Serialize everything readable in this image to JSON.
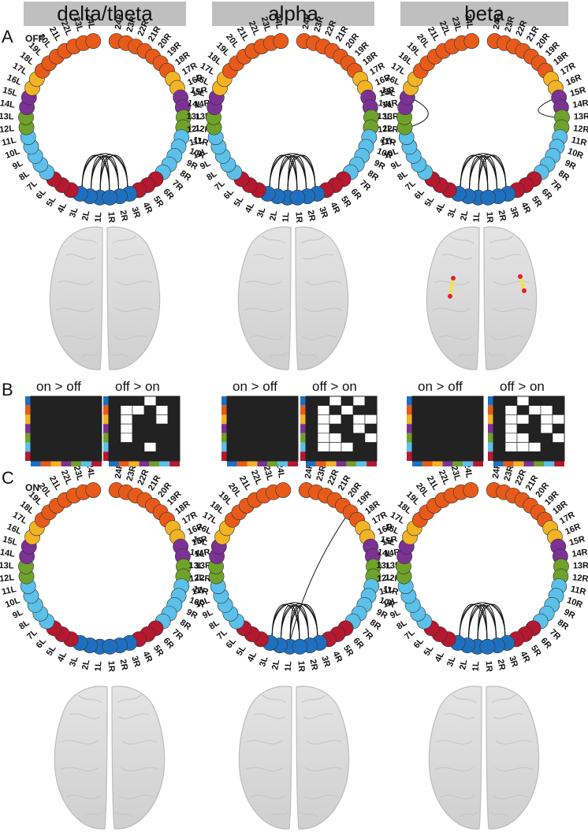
{
  "headers": [
    "delta/theta",
    "alpha",
    "beta"
  ],
  "panels": {
    "A": "A",
    "B": "B",
    "C": "C"
  },
  "conditions": {
    "off": "OFF",
    "on": "ON"
  },
  "matrix_titles": {
    "on_gt_off": "on > off",
    "off_gt_on": "off > on"
  },
  "colors": {
    "dark_blue": "#1f6fbf",
    "red": "#b5182f",
    "light_blue": "#5bc0ea",
    "green": "#6fa22a",
    "purple": "#7b3294",
    "yellow": "#f2b324",
    "orange": "#e85a1a",
    "header_bg": "#bfbfbf"
  },
  "electrodes": [
    "1L",
    "2L",
    "3L",
    "4L",
    "5L",
    "6L",
    "7L",
    "8L",
    "9L",
    "10L",
    "11L",
    "12L",
    "13L",
    "14L",
    "15L",
    "16L",
    "17L",
    "18L",
    "19L",
    "20L",
    "21L",
    "22L",
    "23L",
    "24L",
    "24R",
    "23R",
    "22R",
    "21R",
    "20R",
    "19R",
    "18R",
    "17R",
    "16R",
    "15R",
    "14R",
    "13R",
    "12R",
    "11R",
    "10R",
    "9R",
    "8R",
    "7R",
    "6R",
    "5R",
    "4R",
    "3R",
    "2R",
    "1R"
  ],
  "connectograms": [
    {
      "id": "off-delta",
      "links": [
        [
          "3L",
          "3R"
        ],
        [
          "3L",
          "2R"
        ],
        [
          "2L",
          "3R"
        ],
        [
          "2L",
          "2R"
        ],
        [
          "1L",
          "3R"
        ],
        [
          "1L",
          "2R"
        ],
        [
          "1L",
          "1R"
        ],
        [
          "2L",
          "1R"
        ],
        [
          "3L",
          "1R"
        ]
      ]
    },
    {
      "id": "off-alpha",
      "links": [
        [
          "3L",
          "3R"
        ],
        [
          "3L",
          "2R"
        ],
        [
          "2L",
          "3R"
        ],
        [
          "2L",
          "2R"
        ],
        [
          "1L",
          "3R"
        ],
        [
          "1L",
          "2R"
        ],
        [
          "1L",
          "1R"
        ],
        [
          "2L",
          "1R"
        ],
        [
          "3L",
          "1R"
        ]
      ]
    },
    {
      "id": "off-beta",
      "links": [
        [
          "3L",
          "3R"
        ],
        [
          "3L",
          "2R"
        ],
        [
          "2L",
          "3R"
        ],
        [
          "2L",
          "2R"
        ],
        [
          "1L",
          "3R"
        ],
        [
          "1L",
          "2R"
        ],
        [
          "1L",
          "1R"
        ],
        [
          "2L",
          "1R"
        ],
        [
          "3L",
          "1R"
        ],
        [
          "15L",
          "12L"
        ],
        [
          "15R",
          "13R"
        ]
      ]
    },
    {
      "id": "on-delta",
      "links": []
    },
    {
      "id": "on-alpha",
      "links": [
        [
          "3L",
          "3R"
        ],
        [
          "3L",
          "2R"
        ],
        [
          "2L",
          "3R"
        ],
        [
          "2L",
          "2R"
        ],
        [
          "1L",
          "3R"
        ],
        [
          "1L",
          "2R"
        ],
        [
          "1L",
          "1R"
        ],
        [
          "2L",
          "1R"
        ],
        [
          "3L",
          "1R"
        ],
        [
          "1L",
          "19R"
        ]
      ]
    },
    {
      "id": "on-beta",
      "links": [
        [
          "3L",
          "3R"
        ],
        [
          "3L",
          "2R"
        ],
        [
          "2L",
          "3R"
        ],
        [
          "2L",
          "2R"
        ],
        [
          "1L",
          "3R"
        ],
        [
          "1L",
          "2R"
        ],
        [
          "1L",
          "1R"
        ],
        [
          "2L",
          "1R"
        ],
        [
          "3L",
          "1R"
        ]
      ]
    }
  ],
  "matrices": [
    {
      "id": "delta-on-off",
      "cells": [
        [
          1,
          1,
          1,
          1,
          1,
          1
        ],
        [
          1,
          1,
          1,
          1,
          1,
          1
        ],
        [
          1,
          1,
          1,
          1,
          1,
          1
        ],
        [
          1,
          1,
          1,
          1,
          1,
          1
        ],
        [
          1,
          1,
          1,
          1,
          1,
          1
        ],
        [
          1,
          1,
          1,
          1,
          1,
          1
        ],
        [
          1,
          1,
          1,
          1,
          1,
          1
        ]
      ]
    },
    {
      "id": "delta-off-on",
      "cells": [
        [
          1,
          1,
          1,
          0,
          1,
          1
        ],
        [
          1,
          0,
          0,
          1,
          0,
          1
        ],
        [
          1,
          0,
          1,
          1,
          0,
          1
        ],
        [
          1,
          0,
          1,
          1,
          1,
          1
        ],
        [
          1,
          0,
          1,
          1,
          1,
          1
        ],
        [
          1,
          1,
          1,
          0,
          1,
          1
        ],
        [
          1,
          1,
          1,
          1,
          1,
          1
        ]
      ]
    },
    {
      "id": "alpha-on-off",
      "cells": [
        [
          1,
          1,
          1,
          1,
          1,
          1
        ],
        [
          1,
          1,
          1,
          1,
          1,
          1
        ],
        [
          1,
          1,
          1,
          1,
          1,
          1
        ],
        [
          1,
          1,
          1,
          1,
          1,
          1
        ],
        [
          1,
          1,
          1,
          1,
          1,
          1
        ],
        [
          1,
          1,
          1,
          1,
          1,
          1
        ],
        [
          1,
          1,
          1,
          1,
          1,
          1
        ]
      ]
    },
    {
      "id": "alpha-off-on",
      "cells": [
        [
          1,
          1,
          0,
          1,
          0,
          1
        ],
        [
          1,
          0,
          1,
          0,
          1,
          1
        ],
        [
          1,
          0,
          0,
          1,
          0,
          0
        ],
        [
          1,
          0,
          1,
          1,
          0,
          1
        ],
        [
          1,
          0,
          0,
          1,
          1,
          0
        ],
        [
          1,
          0,
          0,
          0,
          1,
          1
        ],
        [
          1,
          1,
          1,
          1,
          1,
          1
        ]
      ]
    },
    {
      "id": "beta-on-off",
      "cells": [
        [
          1,
          1,
          1,
          1,
          1,
          1
        ],
        [
          1,
          1,
          1,
          1,
          1,
          1
        ],
        [
          1,
          1,
          1,
          1,
          1,
          1
        ],
        [
          1,
          1,
          1,
          1,
          1,
          1
        ],
        [
          1,
          1,
          1,
          1,
          1,
          1
        ],
        [
          1,
          1,
          1,
          1,
          1,
          1
        ],
        [
          1,
          1,
          1,
          1,
          1,
          1
        ]
      ]
    },
    {
      "id": "beta-off-on",
      "cells": [
        [
          1,
          1,
          0,
          1,
          1,
          1
        ],
        [
          1,
          0,
          1,
          0,
          0,
          1
        ],
        [
          1,
          0,
          0,
          1,
          0,
          0
        ],
        [
          1,
          0,
          1,
          1,
          0,
          1
        ],
        [
          1,
          0,
          0,
          1,
          1,
          0
        ],
        [
          1,
          0,
          0,
          0,
          1,
          1
        ],
        [
          1,
          1,
          1,
          1,
          1,
          1
        ]
      ]
    }
  ]
}
